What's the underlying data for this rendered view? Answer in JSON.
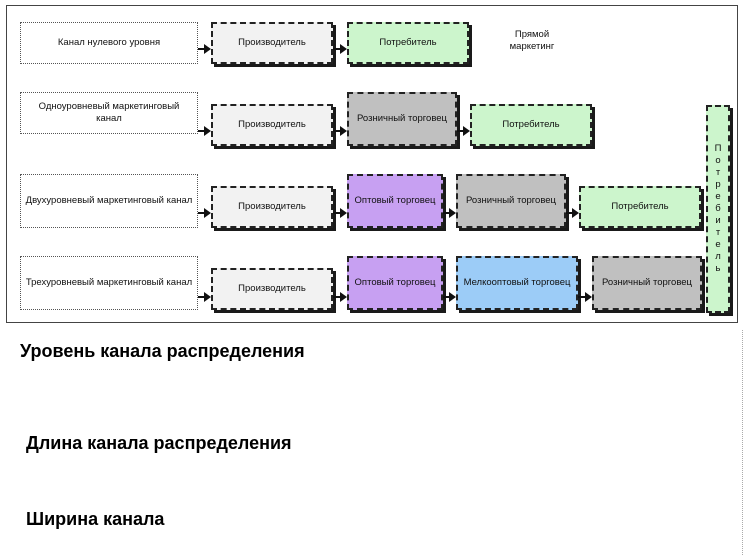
{
  "colors": {
    "producer": "#f2f2f2",
    "consumer": "#ccf5cc",
    "retailer": "#c0c0c0",
    "wholesaler": "#c7a0f2",
    "small_wholesaler": "#9cccf7"
  },
  "rows": [
    {
      "label": "Канал нулевого уровня",
      "nodes": [
        "Производитель",
        "Потребитель"
      ],
      "note": "Прямой маркетинг"
    },
    {
      "label": "Одноуровневый маркетинговый канал",
      "nodes": [
        "Производитель",
        "Розничный торговец",
        "Потребитель"
      ]
    },
    {
      "label": "Двухуровневый маркетинговый канал",
      "nodes": [
        "Производитель",
        "Оптовый торговец",
        "Розничный торговец",
        "Потребитель"
      ]
    },
    {
      "label": "Трехуровневый маркетинговый канал",
      "nodes": [
        "Производитель",
        "Оптовый торговец",
        "Мелкооптовый торговец",
        "Розничный торговец"
      ]
    }
  ],
  "vertical_consumer": "Потребитель",
  "headings": {
    "level": "Уровень канала распределения",
    "length": "Длина канала распределения",
    "width": "Ширина канала"
  }
}
